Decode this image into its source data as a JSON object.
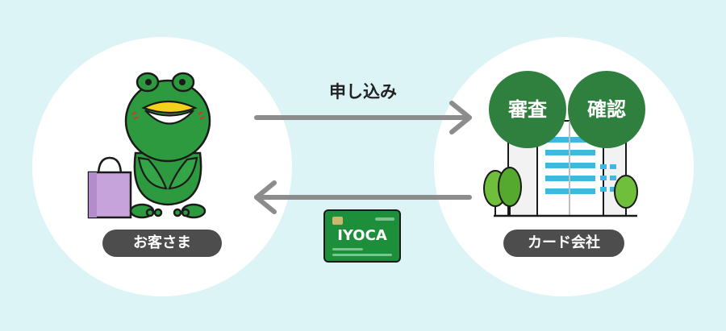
{
  "diagram": {
    "customer_label": "お客さま",
    "company_label": "カード会社",
    "apply_label": "申し込み",
    "review_label": "審査",
    "confirm_label": "確認",
    "card_brand": "IYOCA"
  },
  "colors": {
    "background": "#ddf4f7",
    "circle": "#ffffff",
    "pill": "#4d4d4d",
    "arrow": "#8c8c8c",
    "badge": "#2f7f3f",
    "card": "#1d8f3b"
  },
  "icons": {
    "mascot": "frog-mascot-icon",
    "bag": "shopping-bag-icon",
    "building": "office-building-icon",
    "tree": "tree-icon"
  }
}
